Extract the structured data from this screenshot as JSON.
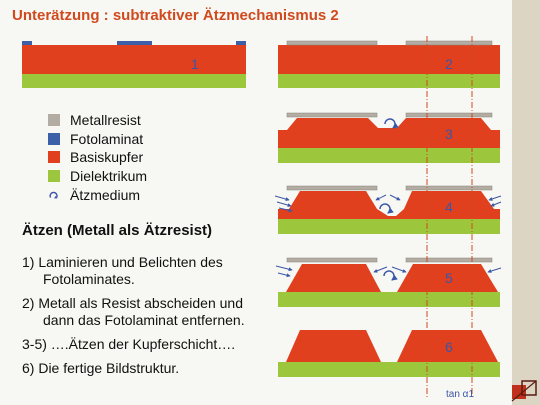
{
  "title": "Unterätzung : subtraktiver Ätzmechanismus 2",
  "legend": [
    {
      "label": "Metallresist",
      "color": "#b2aca2",
      "icon": "metal-resist-swatch"
    },
    {
      "label": "Fotolaminat",
      "color": "#3d5fa8",
      "icon": "photo-laminate-swatch"
    },
    {
      "label": "Basiskupfer",
      "color": "#e0401e",
      "icon": "base-copper-swatch"
    },
    {
      "label": "Dielektrikum",
      "color": "#9cc63c",
      "icon": "dielectric-swatch"
    },
    {
      "label": "Ätzmedium",
      "color": "#3a56a8",
      "icon": "etch-medium-icon"
    }
  ],
  "section_heading": "Ätzen (Metall als Ätzresist)",
  "steps": [
    "1) Laminieren und Belichten des Fotolaminates.",
    "2) Metall als Resist abscheiden und dann das Fotolaminat entfernen.",
    "3-5) ….Ätzen der Kupferschicht….",
    "6) Die fertige Bildstruktur."
  ],
  "diagram_numbers": [
    "1",
    "2",
    "3",
    "4",
    "5",
    "6"
  ],
  "tan_label": "tan α1",
  "colors": {
    "title": "#d04a1e",
    "copper": "#e0401e",
    "dielectric": "#9cc63c",
    "metal": "#b2aca2",
    "laminate": "#3d5fa8",
    "number": "#3a56a8",
    "guide": "#d04a1e",
    "side_band": "#dcd5c3"
  }
}
